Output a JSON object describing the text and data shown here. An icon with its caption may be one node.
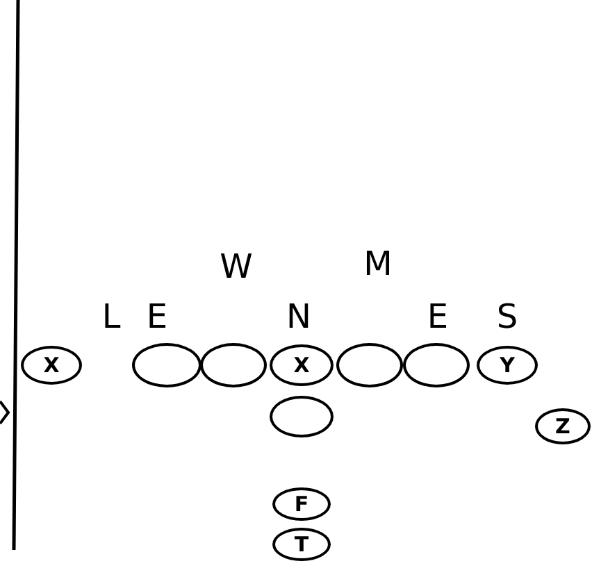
{
  "diagram": {
    "nodes": [
      {
        "text": [
          "X"
        ]
      },
      {
        "text": [],
        "shape": "ellipse"
      },
      {
        "text": [],
        "shape": "ellipse"
      },
      {
        "text": [
          "X"
        ]
      },
      {
        "text": [],
        "shape": "ellipse"
      },
      {
        "text": [],
        "shape": "ellipse"
      },
      {
        "text": [
          "Y"
        ]
      },
      {
        "text": [],
        "shape": "ellipse"
      },
      {
        "text": [
          "Z"
        ]
      },
      {
        "text": [
          "F"
        ]
      },
      {
        "text": [
          "T"
        ]
      }
    ],
    "labels": [
      "W",
      "M",
      "L",
      "E",
      "N",
      "E",
      "S"
    ]
  }
}
